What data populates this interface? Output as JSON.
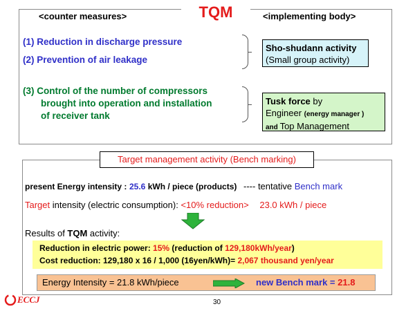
{
  "title": "TQM",
  "headers": {
    "left": "<counter measures>",
    "right": "<implementing body>"
  },
  "measures": {
    "m1": "(1) Reduction in discharge pressure",
    "m2": "(2) Prevention of air leakage",
    "m3_line1": "(3) Control of the number of compressors",
    "m3_line2": "brought into operation and installation",
    "m3_line3": "of receiver tank"
  },
  "bodies": {
    "b1_title": "Sho-shudann activity",
    "b1_sub": "(Small group activity)",
    "b2_title": "Tusk force",
    "b2_by": " by",
    "b2_line2a": "Engineer ",
    "b2_line2b": "(energy manager )",
    "b2_line3a": "and ",
    "b2_line3b": "Top Management"
  },
  "target_tab": "Target management activity  (Bench marking)",
  "present": {
    "label": "present Energy intensity :",
    "value": "25.6",
    "unit": " kWh / piece (products)",
    "dash": "----",
    "tentative": " tentative ",
    "bench": "Bench mark"
  },
  "target": {
    "label": "Target",
    "rest": " intensity (electric consumption): ",
    "reduction": "<10% reduction>",
    "value": "23.0 kWh / piece"
  },
  "results": {
    "label": "Results of ",
    "tqm": "TQM",
    "suffix": " activity:"
  },
  "yellow": {
    "line1_label": "Reduction in electric power: ",
    "line1_pct": "15%",
    "line1_paren_a": "  (reduction of ",
    "line1_val": "129,180kWh/year",
    "line1_paren_b": ")",
    "line2_label": "Cost reduction:  129,180 x 16 / 1,000 (16yen/kWh)=  ",
    "line2_val": "2,067 thousand yen/year"
  },
  "orange": {
    "left": "Energy Intensity = 21.8 kWh/piece",
    "right_label": "new Bench mark = ",
    "right_val": "21.8"
  },
  "logo_text": "ECCJ",
  "page_number": "30",
  "colors": {
    "title_red": "#e41b1b",
    "measure_blue": "#2f2fc8",
    "measure_green": "#007a2e",
    "box_cyan": "#d6f3f9",
    "box_green": "#d4f5c9",
    "yellow": "#ffff99",
    "orange": "#f9c293",
    "arrow_green": "#2eb33c"
  }
}
